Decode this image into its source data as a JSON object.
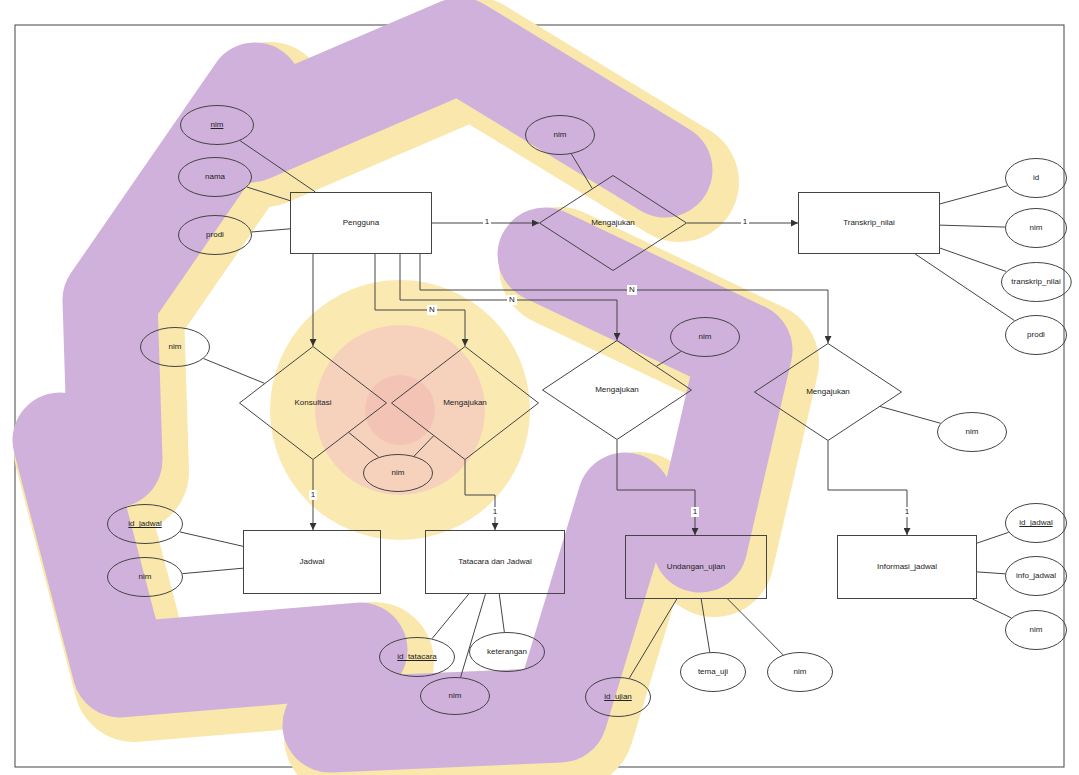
{
  "diagram": {
    "nodes": [
      {
        "text": [
          "Pengguna"
        ]
      },
      {
        "text": [
          "nim"
        ]
      },
      {
        "text": [
          "nama"
        ]
      },
      {
        "text": [
          "prodi"
        ]
      },
      {
        "text": [
          "Mengajukan"
        ]
      },
      {
        "text": [
          "nim"
        ]
      },
      {
        "text": [
          "Transkrip_nilai"
        ]
      },
      {
        "text": [
          "id"
        ]
      },
      {
        "text": [
          "nim"
        ]
      },
      {
        "text": [
          "transkrip_nilai"
        ]
      },
      {
        "text": [
          "prodi"
        ]
      },
      {
        "text": [
          "Konsultasi"
        ]
      },
      {
        "text": [
          "nim"
        ]
      },
      {
        "text": [
          "Mengajukan"
        ]
      },
      {
        "text": [
          "nim"
        ]
      },
      {
        "text": [
          "Mengajukan"
        ]
      },
      {
        "text": [
          "nim"
        ]
      },
      {
        "text": [
          "Mengajukan"
        ]
      },
      {
        "text": [
          "nim"
        ]
      },
      {
        "text": [
          "Jadwal"
        ]
      },
      {
        "text": [
          "id_jadwal"
        ]
      },
      {
        "text": [
          "nim"
        ]
      },
      {
        "text": [
          "Tatacara dan Jadwal"
        ]
      },
      {
        "text": [
          "id_tatacara"
        ]
      },
      {
        "text": [
          "keterangan"
        ]
      },
      {
        "text": [
          "nim"
        ]
      },
      {
        "text": [
          "Undangan_ujian"
        ]
      },
      {
        "text": [
          "id_ujian"
        ]
      },
      {
        "text": [
          "tema_uji"
        ]
      },
      {
        "text": [
          "nim"
        ]
      },
      {
        "text": [
          "Informasi_jadwal"
        ]
      },
      {
        "text": [
          "id_jadwal"
        ]
      },
      {
        "text": [
          "info_jadwal"
        ]
      },
      {
        "text": [
          "nim"
        ]
      }
    ],
    "edges": [
      {
        "from": 1,
        "to": 0,
        "arrow": "none"
      },
      {
        "from": 2,
        "to": 0,
        "arrow": "none"
      },
      {
        "from": 3,
        "to": 0,
        "arrow": "none"
      },
      {
        "from": 0,
        "to": 4,
        "arrow": "to",
        "label": "1"
      },
      {
        "from": 5,
        "to": 4,
        "arrow": "none"
      },
      {
        "from": 4,
        "to": 6,
        "arrow": "to",
        "label": "1"
      },
      {
        "from": 7,
        "to": 6,
        "arrow": "none"
      },
      {
        "from": 8,
        "to": 6,
        "arrow": "none"
      },
      {
        "from": 9,
        "to": 6,
        "arrow": "none"
      },
      {
        "from": 10,
        "to": 6,
        "arrow": "none"
      },
      {
        "from": 0,
        "to": 11,
        "arrow": "to"
      },
      {
        "from": 12,
        "to": 11,
        "arrow": "none"
      },
      {
        "from": 0,
        "to": 13,
        "arrow": "to",
        "label": "N"
      },
      {
        "from": 14,
        "to": 11,
        "arrow": "none"
      },
      {
        "from": 14,
        "to": 13,
        "arrow": "none"
      },
      {
        "from": 0,
        "to": 15,
        "arrow": "to",
        "label": "N"
      },
      {
        "from": 16,
        "to": 15,
        "arrow": "none"
      },
      {
        "from": 0,
        "to": 17,
        "arrow": "to",
        "label": "N"
      },
      {
        "from": 18,
        "to": 17,
        "arrow": "none"
      },
      {
        "from": 11,
        "to": 19,
        "arrow": "to",
        "label": "1"
      },
      {
        "from": 20,
        "to": 19,
        "arrow": "none"
      },
      {
        "from": 21,
        "to": 19,
        "arrow": "none"
      },
      {
        "from": 13,
        "to": 22,
        "arrow": "to",
        "label": "1"
      },
      {
        "from": 23,
        "to": 22,
        "arrow": "none"
      },
      {
        "from": 24,
        "to": 22,
        "arrow": "none"
      },
      {
        "from": 25,
        "to": 22,
        "arrow": "none"
      },
      {
        "from": 15,
        "to": 26,
        "arrow": "to",
        "label": "1"
      },
      {
        "from": 27,
        "to": 26,
        "arrow": "none"
      },
      {
        "from": 28,
        "to": 26,
        "arrow": "none"
      },
      {
        "from": 29,
        "to": 26,
        "arrow": "none"
      },
      {
        "from": 17,
        "to": 30,
        "arrow": "to",
        "label": "1"
      },
      {
        "from": 31,
        "to": 30,
        "arrow": "none"
      },
      {
        "from": 32,
        "to": 30,
        "arrow": "none"
      },
      {
        "from": 33,
        "to": 30,
        "arrow": "none"
      }
    ]
  }
}
